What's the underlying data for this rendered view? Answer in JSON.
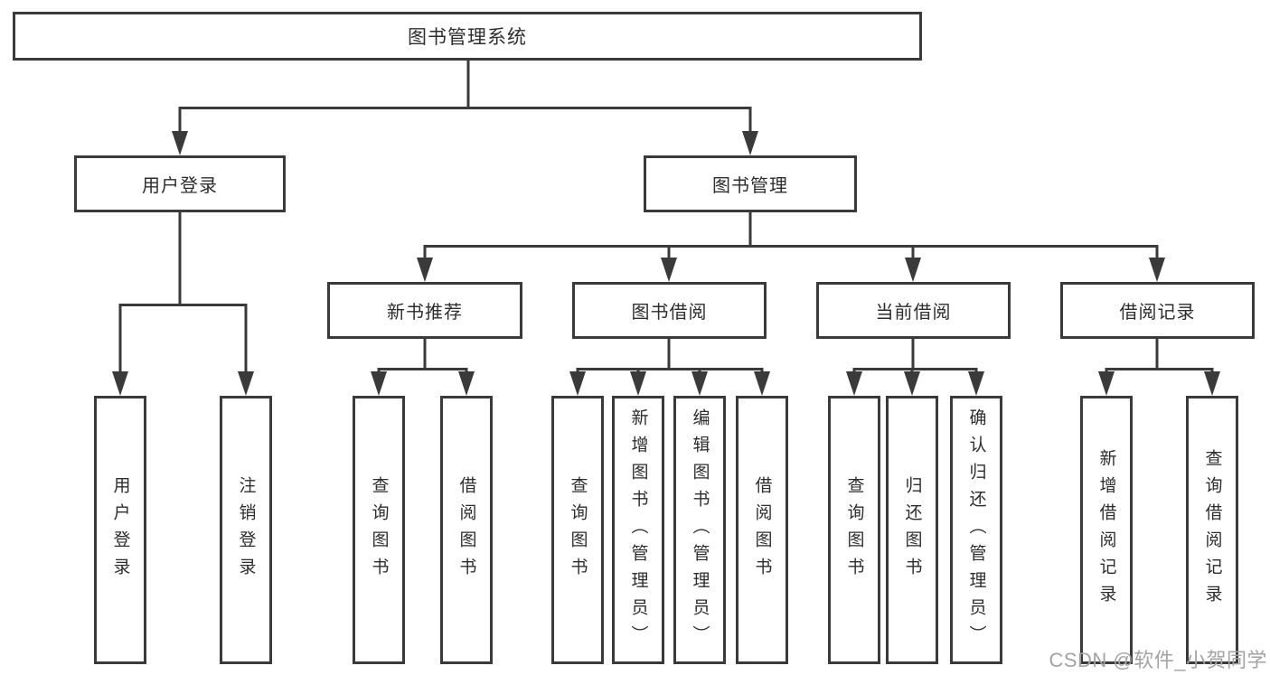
{
  "diagram": {
    "root": {
      "label": "图书管理系统"
    },
    "level2": [
      {
        "label": "用户登录"
      },
      {
        "label": "图书管理"
      }
    ],
    "level3": [
      {
        "label": "新书推荐"
      },
      {
        "label": "图书借阅"
      },
      {
        "label": "当前借阅"
      },
      {
        "label": "借阅记录"
      }
    ],
    "leaves": {
      "user_login": [
        {
          "label": "用户登录"
        },
        {
          "label": "注销登录"
        }
      ],
      "new_book_recommend": [
        {
          "label": "查询图书"
        },
        {
          "label": "借阅图书"
        }
      ],
      "book_borrowing": [
        {
          "label": "查询图书"
        },
        {
          "label": "新增图书（管理员）"
        },
        {
          "label": "编辑图书（管理员）"
        },
        {
          "label": "借阅图书"
        }
      ],
      "current_borrowing": [
        {
          "label": "查询图书"
        },
        {
          "label": "归还图书"
        },
        {
          "label": "确认归还（管理员）"
        }
      ],
      "borrowing_records": [
        {
          "label": "新增借阅记录"
        },
        {
          "label": "查询借阅记录"
        }
      ]
    },
    "watermark": "CSDN @软件_小贺同学",
    "colors": {
      "line": "#3a3a3a",
      "box_border": "#3a3a3a",
      "text": "#2d2d2d",
      "watermark": "#a3a3a3",
      "background": "#ffffff"
    }
  }
}
